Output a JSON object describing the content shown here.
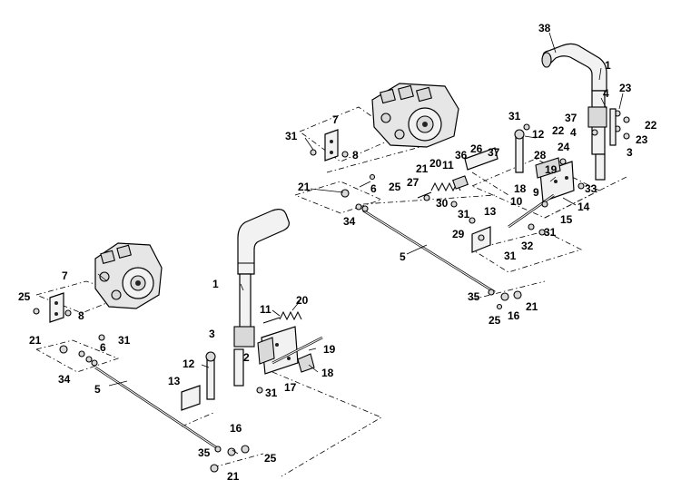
{
  "figure": {
    "type": "exploded-parts-diagram",
    "callouts": [
      "38",
      "1",
      "23",
      "4",
      "37",
      "22",
      "4",
      "22",
      "23",
      "3",
      "31",
      "12",
      "26",
      "37",
      "24",
      "28",
      "19",
      "18",
      "9",
      "33",
      "10",
      "14",
      "21",
      "20",
      "11",
      "36",
      "27",
      "30",
      "31",
      "13",
      "15",
      "29",
      "31",
      "32",
      "31",
      "31",
      "7",
      "8",
      "21",
      "6",
      "25",
      "34",
      "5",
      "35",
      "21",
      "25",
      "16",
      "7",
      "25",
      "8",
      "1",
      "20",
      "11",
      "3",
      "2",
      "21",
      "31",
      "6",
      "34",
      "5",
      "12",
      "19",
      "18",
      "13",
      "31",
      "17",
      "16",
      "35",
      "25",
      "21"
    ]
  }
}
